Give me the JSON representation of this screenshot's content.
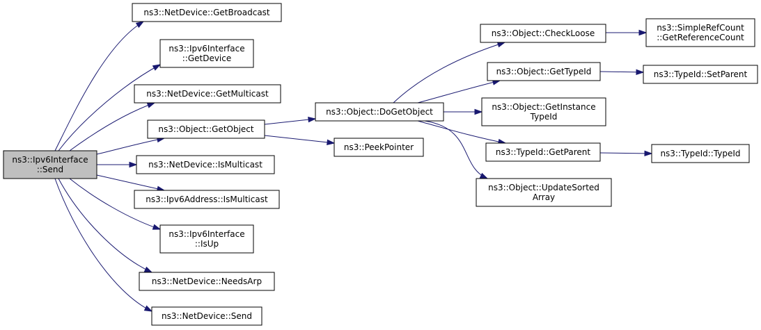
{
  "colors": {
    "edge": "#191970",
    "root_fill": "#bfbfbf",
    "node_fill": "#ffffff",
    "border": "#000000"
  },
  "nodes": [
    {
      "id": "n0",
      "lines": [
        "ns3::Ipv6Interface",
        "::Send"
      ],
      "root": true
    },
    {
      "id": "n1",
      "lines": [
        "ns3::NetDevice::GetBroadcast"
      ]
    },
    {
      "id": "n2",
      "lines": [
        "ns3::Ipv6Interface",
        "::GetDevice"
      ]
    },
    {
      "id": "n3",
      "lines": [
        "ns3::NetDevice::GetMulticast"
      ]
    },
    {
      "id": "n4",
      "lines": [
        "ns3::Object::GetObject"
      ]
    },
    {
      "id": "n5",
      "lines": [
        "ns3::NetDevice::IsMulticast"
      ]
    },
    {
      "id": "n6",
      "lines": [
        "ns3::Ipv6Address::IsMulticast"
      ]
    },
    {
      "id": "n7",
      "lines": [
        "ns3::Ipv6Interface",
        "::IsUp"
      ]
    },
    {
      "id": "n8",
      "lines": [
        "ns3::NetDevice::NeedsArp"
      ]
    },
    {
      "id": "n9",
      "lines": [
        "ns3::NetDevice::Send"
      ]
    },
    {
      "id": "n10",
      "lines": [
        "ns3::Object::DoGetObject"
      ]
    },
    {
      "id": "n11",
      "lines": [
        "ns3::PeekPointer"
      ]
    },
    {
      "id": "n12",
      "lines": [
        "ns3::Object::CheckLoose"
      ]
    },
    {
      "id": "n13",
      "lines": [
        "ns3::Object::GetTypeId"
      ]
    },
    {
      "id": "n14",
      "lines": [
        "ns3::Object::GetInstance",
        "TypeId"
      ]
    },
    {
      "id": "n15",
      "lines": [
        "ns3::TypeId::GetParent"
      ]
    },
    {
      "id": "n16",
      "lines": [
        "ns3::Object::UpdateSorted",
        "Array"
      ]
    },
    {
      "id": "n17",
      "lines": [
        "ns3::SimpleRefCount",
        "::GetReferenceCount"
      ]
    },
    {
      "id": "n18",
      "lines": [
        "ns3::TypeId::SetParent"
      ]
    },
    {
      "id": "n19",
      "lines": [
        "ns3::TypeId::TypeId"
      ]
    }
  ],
  "edges": [
    [
      "n0",
      "n1"
    ],
    [
      "n0",
      "n2"
    ],
    [
      "n0",
      "n3"
    ],
    [
      "n0",
      "n4"
    ],
    [
      "n0",
      "n5"
    ],
    [
      "n0",
      "n6"
    ],
    [
      "n0",
      "n7"
    ],
    [
      "n0",
      "n8"
    ],
    [
      "n0",
      "n9"
    ],
    [
      "n4",
      "n10"
    ],
    [
      "n4",
      "n11"
    ],
    [
      "n10",
      "n12"
    ],
    [
      "n10",
      "n13"
    ],
    [
      "n10",
      "n14"
    ],
    [
      "n10",
      "n15"
    ],
    [
      "n10",
      "n16"
    ],
    [
      "n12",
      "n17"
    ],
    [
      "n13",
      "n18"
    ],
    [
      "n15",
      "n19"
    ]
  ]
}
